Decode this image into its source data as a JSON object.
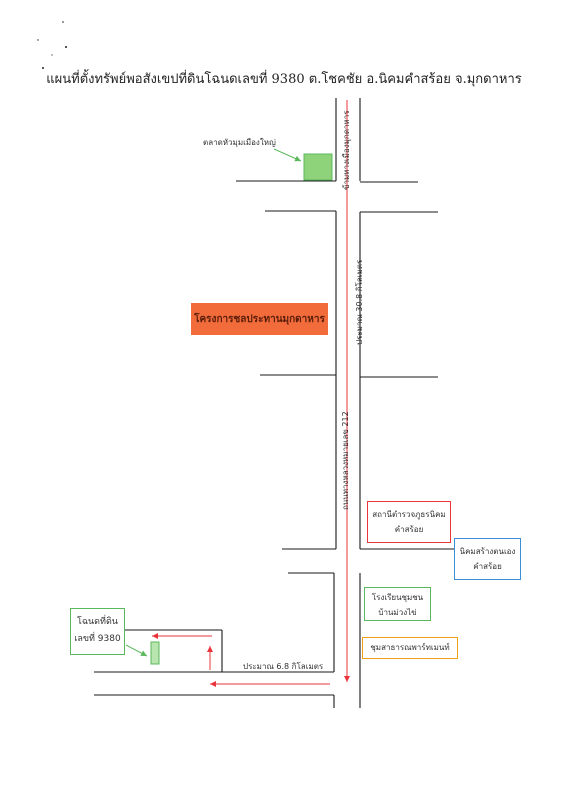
{
  "title": "แผนที่ตั้งทรัพย์พอสังเขปที่ดินโฉนดเลขที่ 9380 ต.โชคชัย อ.นิคมคำสร้อย จ.มุกดาหาร",
  "labels": {
    "market": "ตลาดหัวมุมเมืองใหญ่",
    "to_mukdahan": "ข้ามทางเมืองมุกดาหาร",
    "distance_north": "ประมาณ 30.8 กิโลเมตร",
    "highway": "ถนนทางหลวงหมายเลข 212",
    "distance_west": "ประมาณ 6.8 กิโลเมตร"
  },
  "project": "โครงการชลประทานมุกดาหาร",
  "landmarks": {
    "police": [
      "สถานีตำรวจภูธรนิคม",
      "คำสร้อย"
    ],
    "settlement": [
      "นิคมสร้างตนเอง",
      "คำสร้อย"
    ],
    "school": [
      "โรงเรียนชุมชน",
      "บ้านม่วงไข่"
    ],
    "fuel": "ชุมสาธารณพาร์ทเมนท์",
    "deed": [
      "โฉนดที่ดิน",
      "เลขที่ 9380"
    ]
  },
  "colors": {
    "road": "#1a1a1a",
    "route_arrow": "#e8343a",
    "project_fill": "#f26b3a",
    "green_box": "#5cb85c",
    "red_box": "#e8343a",
    "blue_box": "#3b8fd6",
    "orange_box": "#f0a020",
    "market_fill": "#8ed27a"
  }
}
